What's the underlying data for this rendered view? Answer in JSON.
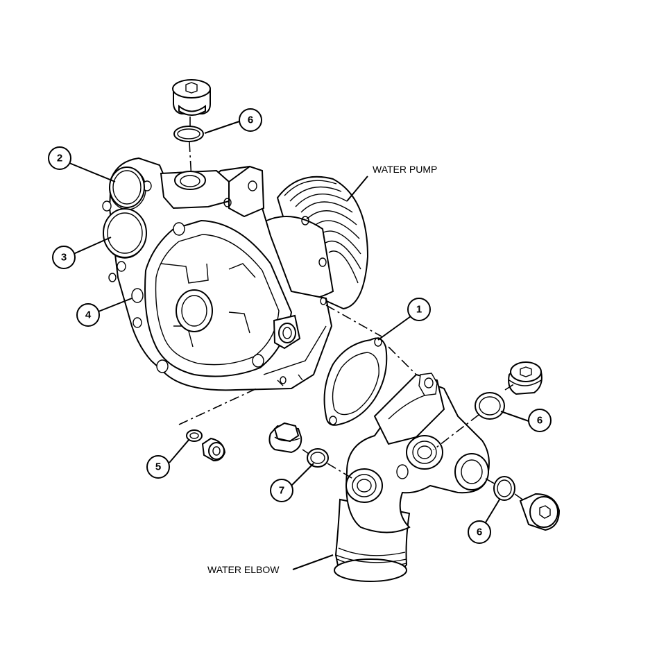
{
  "labels": {
    "water_pump": "WATER PUMP",
    "water_elbow": "WATER ELBOW"
  },
  "callouts": {
    "c1": "1",
    "c2": "2",
    "c3": "3",
    "c4": "4",
    "c5": "5",
    "c6_top": "6",
    "c6_right_upper": "6",
    "c6_right_lower": "6",
    "c7": "7"
  }
}
